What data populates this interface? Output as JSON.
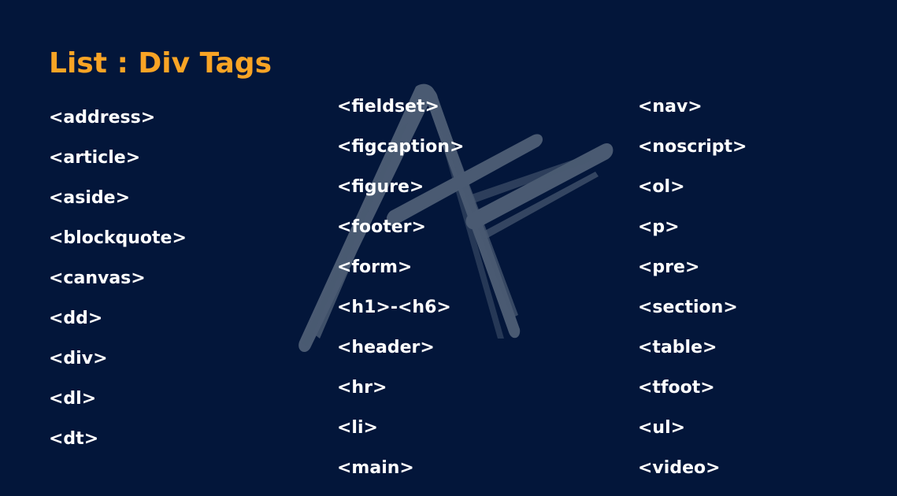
{
  "slide": {
    "title": "List : Div Tags",
    "background_color": "#03163A",
    "title_color": "#F9A425",
    "text_color": "#FFFFFF",
    "watermark_color": "#4A5A72",
    "watermark_logo": "brush-stroke-A-letter-logo"
  },
  "columns": [
    {
      "items": [
        "<address>",
        "<article>",
        "<aside>",
        "<blockquote>",
        "<canvas>",
        "<dd>",
        "<div>",
        "<dl>",
        "<dt>"
      ]
    },
    {
      "items": [
        "<fieldset>",
        "<figcaption>",
        "<figure>",
        "<footer>",
        "<form>",
        "<h1>-<h6>",
        "<header>",
        "<hr>",
        "<li>",
        "<main>"
      ]
    },
    {
      "items": [
        "<nav>",
        "<noscript>",
        "<ol>",
        "<p>",
        "<pre>",
        "<section>",
        "<table>",
        "<tfoot>",
        "<ul>",
        "<video>"
      ]
    }
  ]
}
